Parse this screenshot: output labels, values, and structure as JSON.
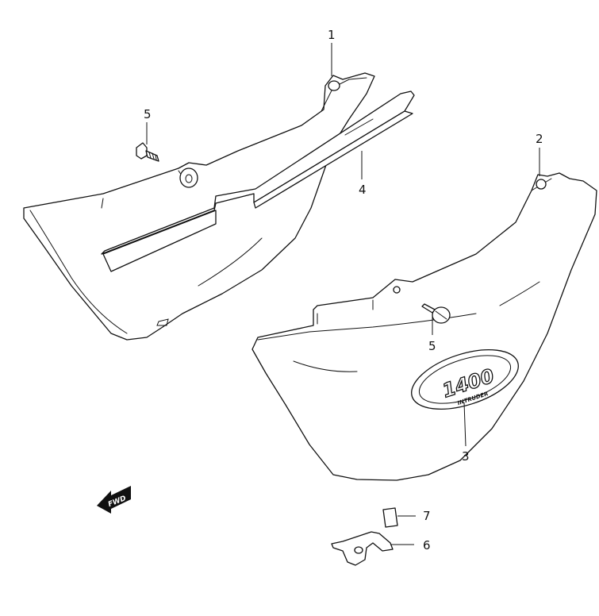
{
  "callouts": {
    "c1": "1",
    "c2": "2",
    "c3": "3",
    "c4": "4",
    "c5_left": "5",
    "c5_right": "5",
    "c6": "6",
    "c7": "7"
  },
  "emblem": {
    "model_number": "1400",
    "subtext": "INTRUDER"
  },
  "fwd_arrow": {
    "label": "FWD"
  },
  "colors": {
    "line": "#111111",
    "background": "#ffffff"
  }
}
